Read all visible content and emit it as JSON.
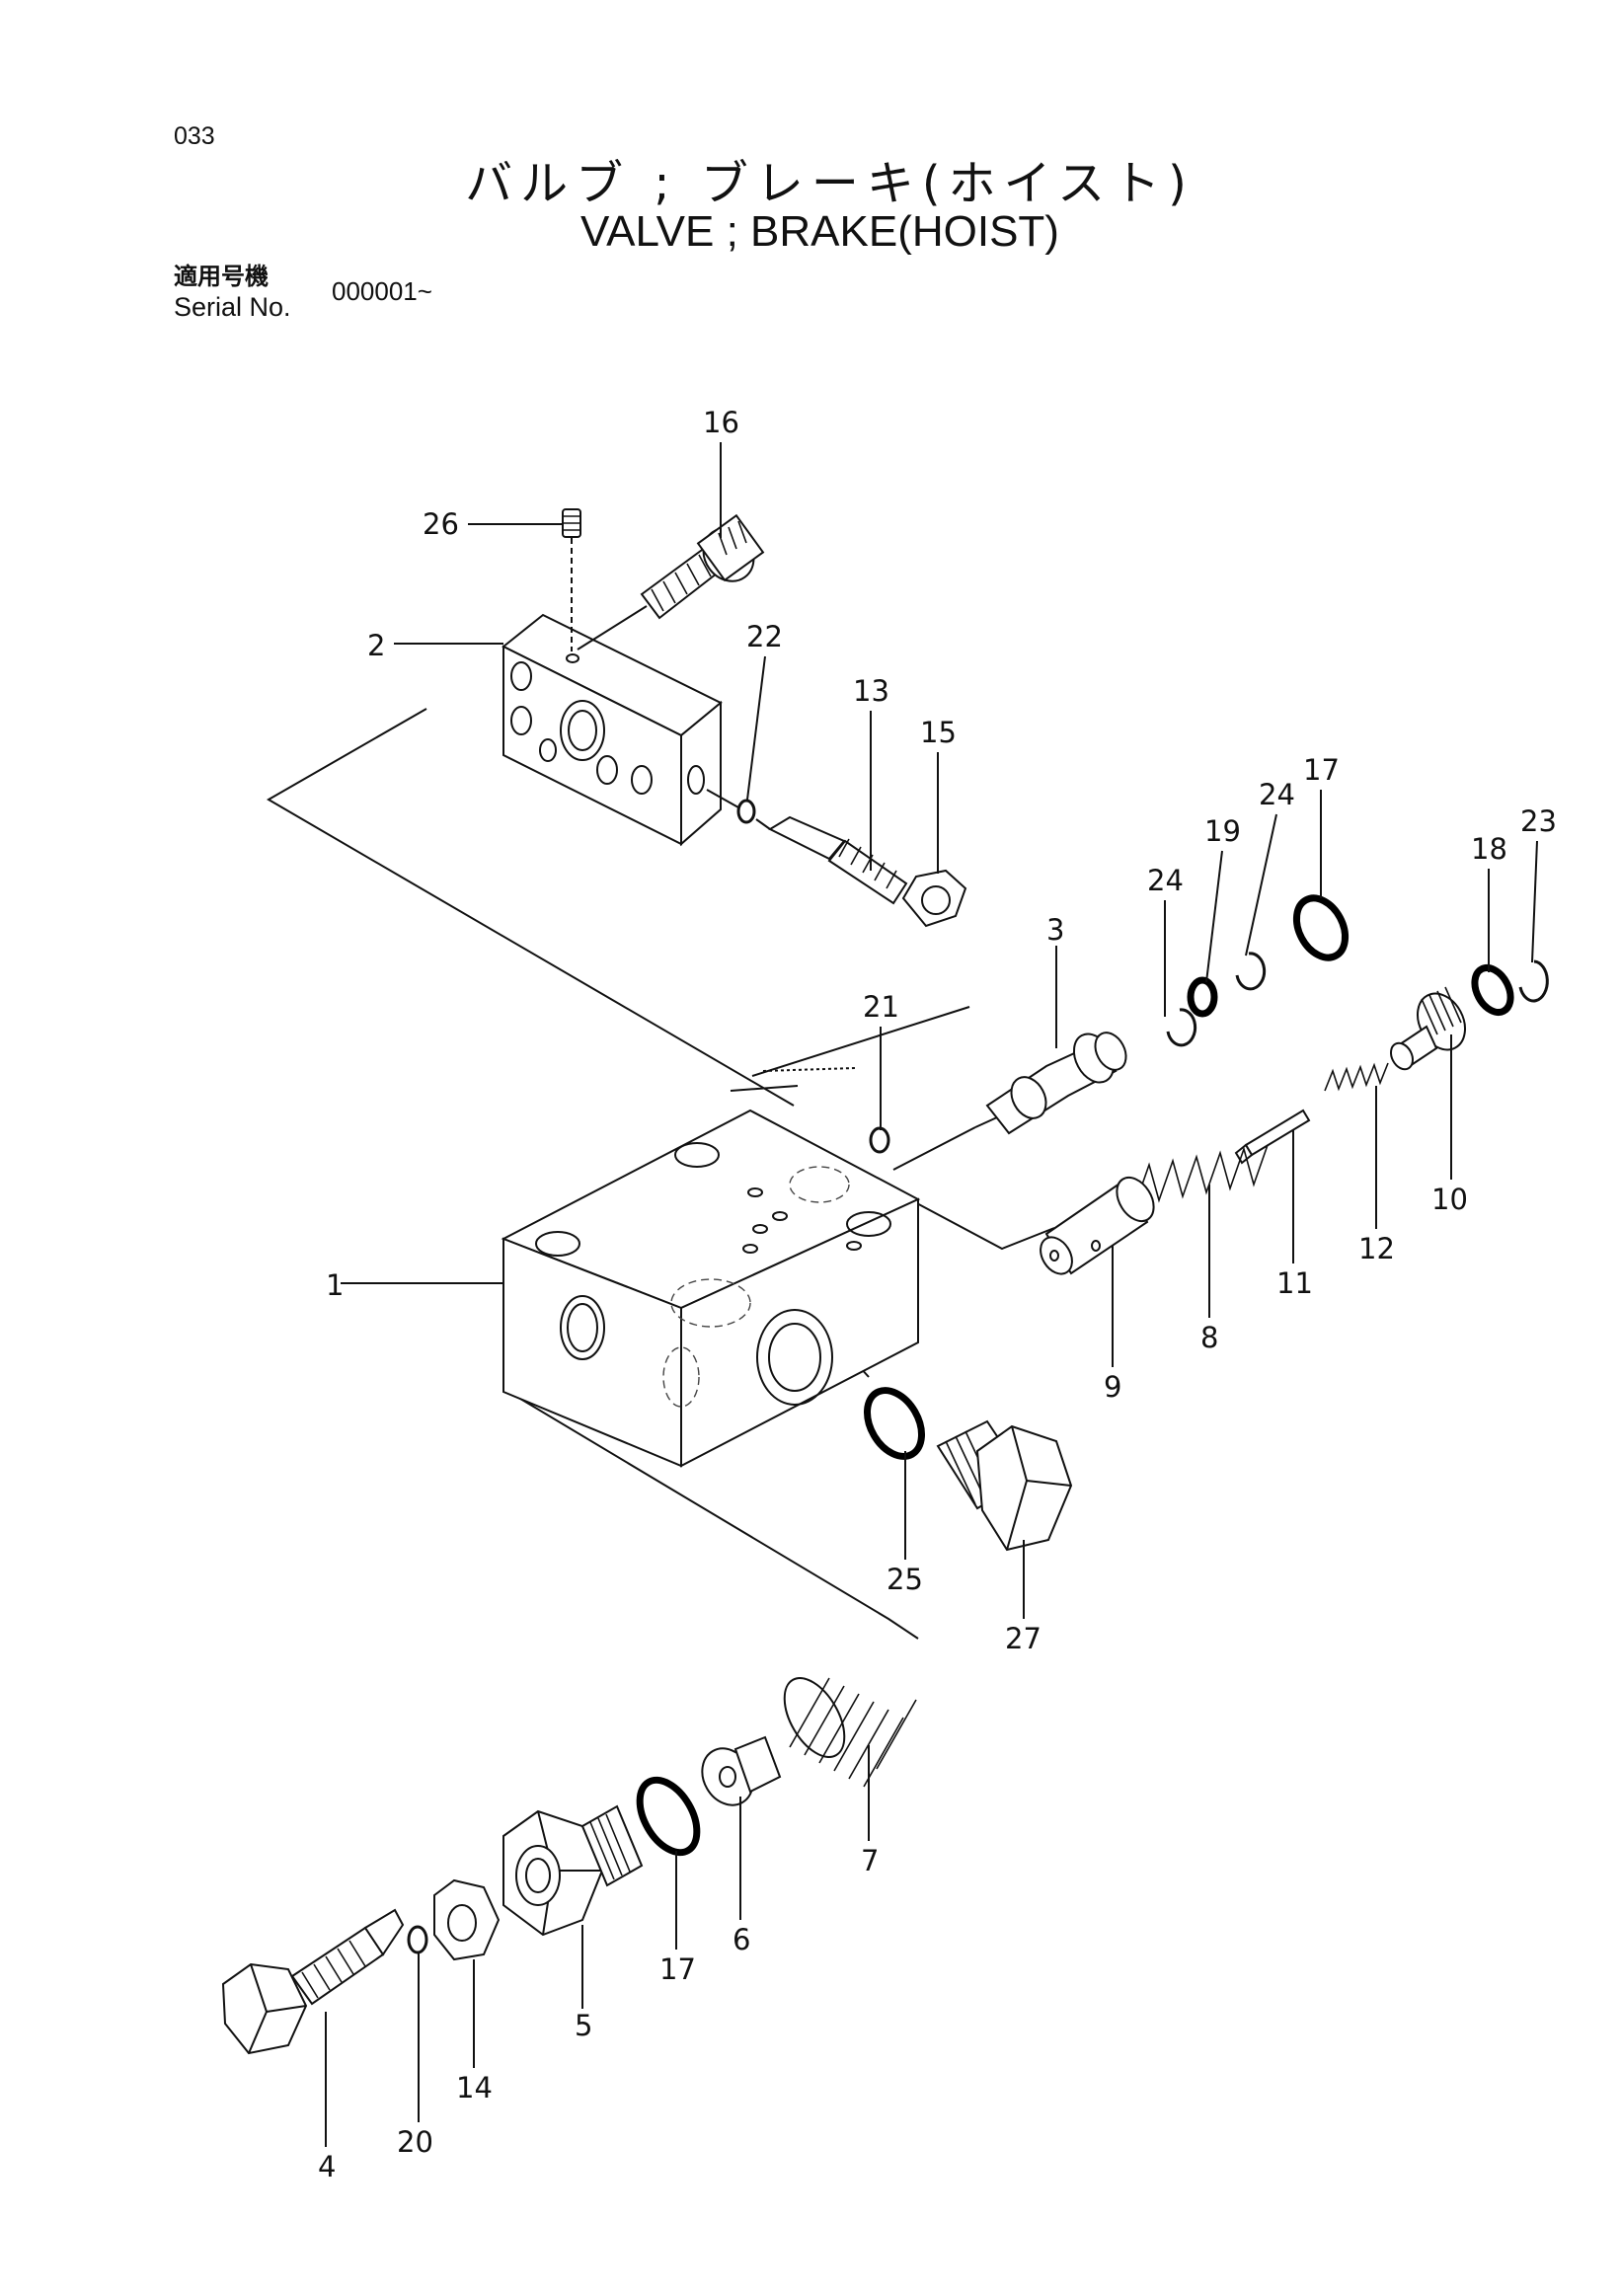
{
  "header": {
    "page_number": "033",
    "title_jp": "バルブ ; ブレーキ(ホイスト)",
    "title_en": "VALVE ; BRAKE(HOIST)",
    "serial_label_jp": "適用号機",
    "serial_label_en": "Serial No.",
    "serial_value": "000001~"
  },
  "callouts": {
    "p1": "1",
    "p2": "2",
    "p3": "3",
    "p4": "4",
    "p5": "5",
    "p6": "6",
    "p7": "7",
    "p8": "8",
    "p9": "9",
    "p10": "10",
    "p11": "11",
    "p12": "12",
    "p13": "13",
    "p14": "14",
    "p15": "15",
    "p16": "16",
    "p17a": "17",
    "p17b": "17",
    "p18": "18",
    "p19": "19",
    "p20": "20",
    "p21": "21",
    "p22": "22",
    "p23": "23",
    "p24a": "24",
    "p24b": "24",
    "p25": "25",
    "p26": "26",
    "p27": "27"
  }
}
